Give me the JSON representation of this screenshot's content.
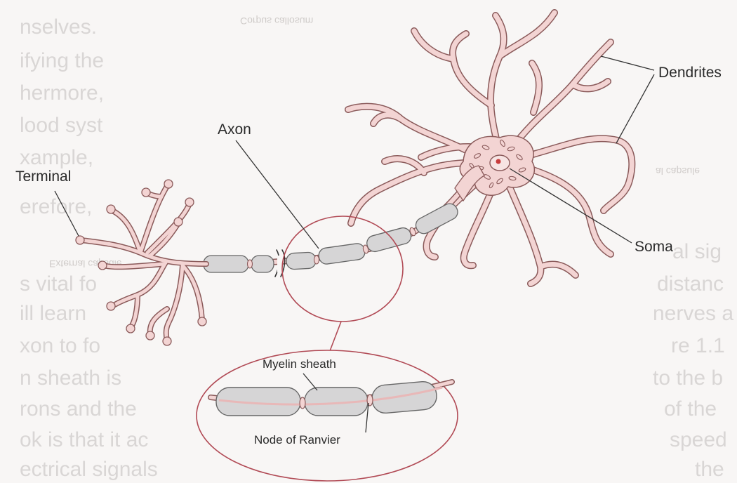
{
  "labels": {
    "terminal": "Terminal",
    "axon": "Axon",
    "dendrites": "Dendrites",
    "soma": "Soma",
    "myelin_sheath": "Myelin sheath",
    "node_of_ranvier": "Node of Ranvier"
  },
  "background_text": {
    "lines": [
      "nselves. ",
      "ifying the ",
      "hermore, ",
      "lood syst",
      "xample,",
      "erefore,",
      "s vital fo",
      "ill learn",
      "xon to fo",
      "n sheath is",
      "rons and the",
      "ok is that it ac",
      "ectrical signals"
    ],
    "right_fragments": [
      "al sig",
      "distanc",
      "nerves a",
      "re 1.1",
      "to the b",
      "of the",
      "speed",
      "the"
    ],
    "mirror_fragments": [
      "Corpus callosum",
      "al capsule",
      "External capsule"
    ]
  },
  "colors": {
    "neuron_fill": "#f3d4d3",
    "neuron_stroke": "#8a5a5a",
    "myelin_fill": "#d6d5d6",
    "circle_stroke": "#b14a55",
    "leader_line": "#333333",
    "nucleus": "#c83c3c"
  }
}
